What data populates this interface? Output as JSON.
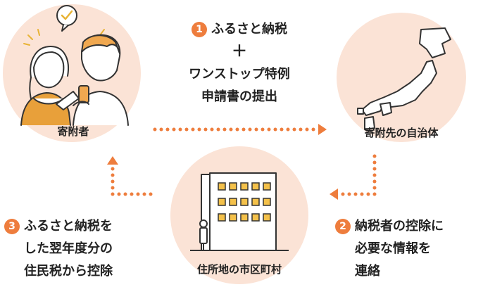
{
  "nodes": {
    "donor": "寄附者",
    "destination": "寄附先の自治体",
    "residence": "住所地の市区町村"
  },
  "steps": [
    {
      "number": "1",
      "lines": [
        "ふるさと納税",
        "＋",
        "ワンストップ特例",
        "申請書の提出"
      ]
    },
    {
      "number": "2",
      "lines": [
        "納税者の控除に",
        "必要な情報を",
        "連絡"
      ]
    },
    {
      "number": "3",
      "lines": [
        "ふるさと納税を",
        "した翌年度分の",
        "住民税から控除"
      ]
    }
  ],
  "colors": {
    "accent": "#ee7d3d",
    "circle": "#fbe3d6"
  },
  "icons": [
    "check-bubble-icon",
    "japan-map-icon",
    "building-icon"
  ]
}
